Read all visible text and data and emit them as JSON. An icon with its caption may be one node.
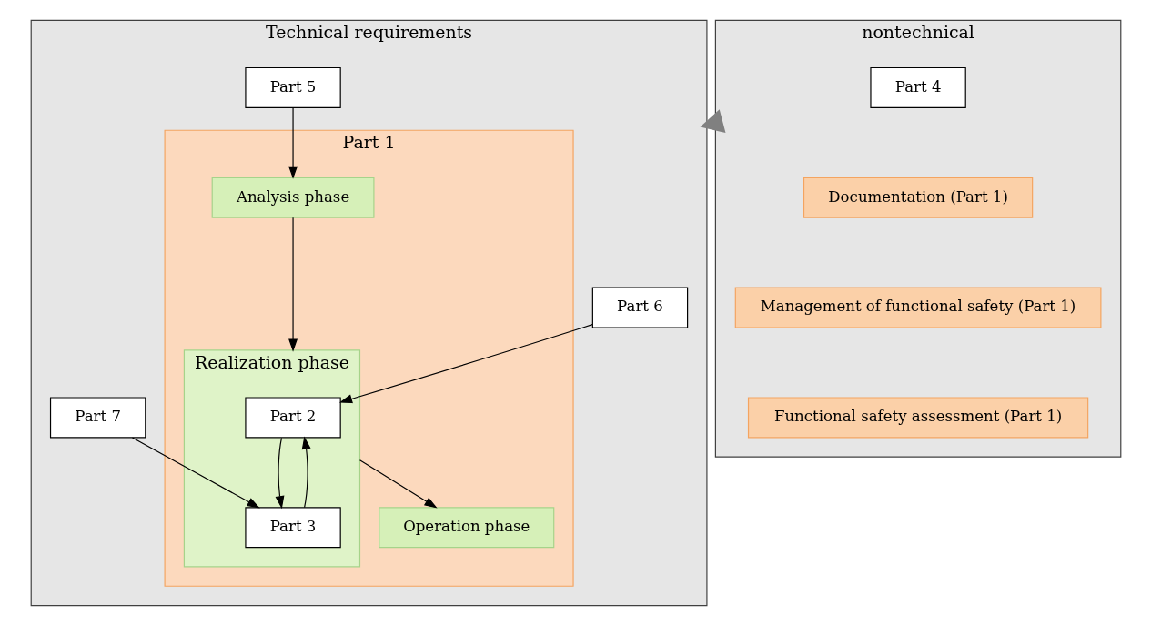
{
  "diagram": {
    "nodes": [
      {
        "text": [
          "Technical requirements"
        ]
      },
      {
        "text": [
          "Part 1"
        ],
        "in": 0
      },
      {
        "text": [
          "Analysis phase"
        ],
        "in": 1
      },
      {
        "text": [
          "Realization phase"
        ],
        "in": 1
      },
      {
        "text": [
          "Part 2"
        ],
        "in": 3
      },
      {
        "text": [
          "Part 3"
        ],
        "in": 3
      },
      {
        "text": [
          "Operation phase"
        ],
        "in": 1
      },
      {
        "text": [
          "Part 5"
        ],
        "in": 0
      },
      {
        "text": [
          "Part 6"
        ],
        "in": 0
      },
      {
        "text": [
          "Part 7"
        ],
        "in": 0
      },
      {
        "text": [
          "nontechnical"
        ]
      },
      {
        "text": [
          "Part 4"
        ],
        "in": 10
      },
      {
        "text": [
          "Documentation (Part 1)"
        ],
        "in": 10
      },
      {
        "text": [
          "Management of functional safety (Part 1)"
        ],
        "in": 10
      },
      {
        "text": [
          "Functional safety assessment (Part 1)"
        ],
        "in": 10
      }
    ],
    "edges": [
      {
        "from": 7,
        "to": 2,
        "arrow": "to"
      },
      {
        "from": 2,
        "to": 3,
        "arrow": "to"
      },
      {
        "from": 5,
        "to": 4,
        "arrow": "to"
      },
      {
        "from": 4,
        "to": 5,
        "arrow": "to"
      },
      {
        "from": 8,
        "to": 4,
        "arrow": "to"
      },
      {
        "from": 9,
        "to": 5,
        "arrow": "to"
      },
      {
        "from": 3,
        "to": 6,
        "arrow": "to"
      },
      {
        "from": 10,
        "to": 0,
        "arrow": "to",
        "style": "thick",
        "color": "#808080"
      }
    ]
  }
}
